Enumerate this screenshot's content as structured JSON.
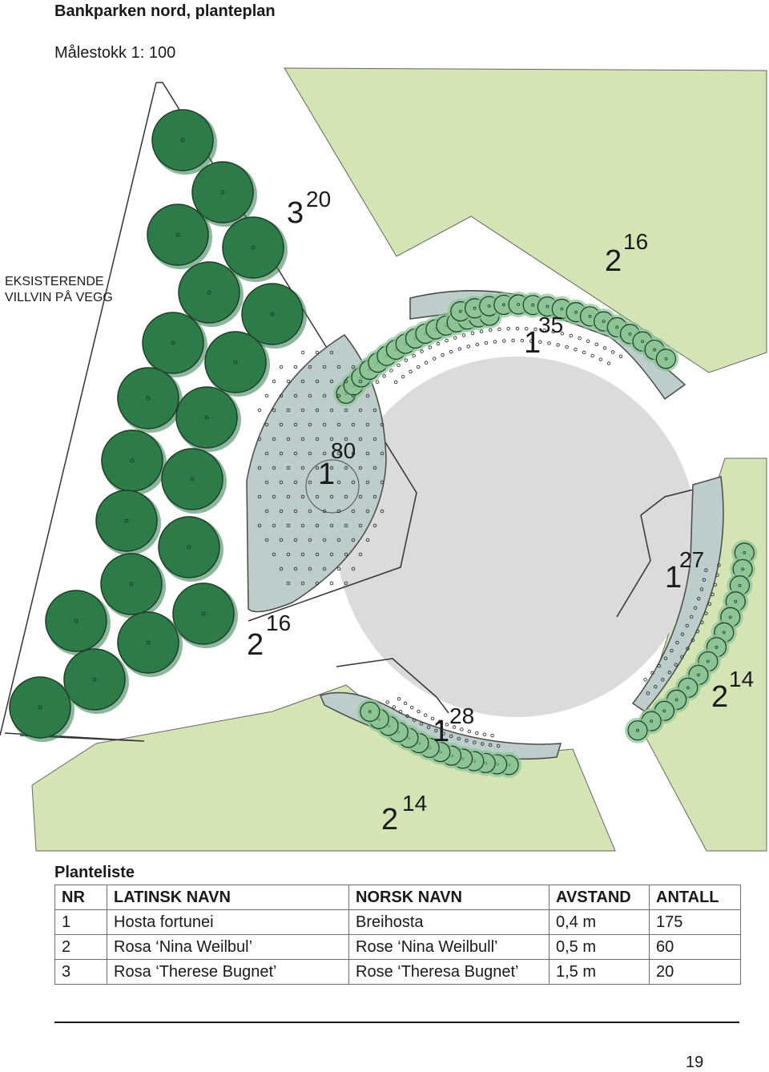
{
  "title": "Bankparken nord, planteplan",
  "scale": "Målestokk 1: 100",
  "plan": {
    "existing_note_line1": "EKSISTERENDE",
    "existing_note_line2": "VILLVIN PÅ VEGG",
    "colors": {
      "lawn": "#d5e4b5",
      "paving": "#dcdbdb",
      "bed": "#bdcdcb",
      "large_rose": "#2e7b4a",
      "small_rose": "#8cc495",
      "outline": "#1f3a26"
    },
    "labels": [
      {
        "nr": "3",
        "count": "20"
      },
      {
        "nr": "2",
        "count": "16"
      },
      {
        "nr": "1",
        "count": "35"
      },
      {
        "nr": "1",
        "count": "80"
      },
      {
        "nr": "1",
        "count": "27"
      },
      {
        "nr": "2",
        "count": "16"
      },
      {
        "nr": "2",
        "count": "14"
      },
      {
        "nr": "1",
        "count": "28"
      },
      {
        "nr": "2",
        "count": "14"
      }
    ]
  },
  "plant_list": {
    "heading": "Planteliste",
    "headers": [
      "NR",
      "LATINSK NAVN",
      "NORSK NAVN",
      "AVSTAND",
      "ANTALL"
    ],
    "rows": [
      [
        "1",
        "Hosta fortunei",
        "Breihosta",
        "0,4 m",
        "175"
      ],
      [
        "2",
        "Rosa ‘Nina Weilbul’",
        "Rose ‘Nina Weilbull’",
        "0,5 m",
        "60"
      ],
      [
        "3",
        "Rosa ‘Therese Bugnet’",
        "Rose ‘Theresa Bugnet’",
        "1,5 m",
        "20"
      ]
    ]
  },
  "page_number": "19"
}
